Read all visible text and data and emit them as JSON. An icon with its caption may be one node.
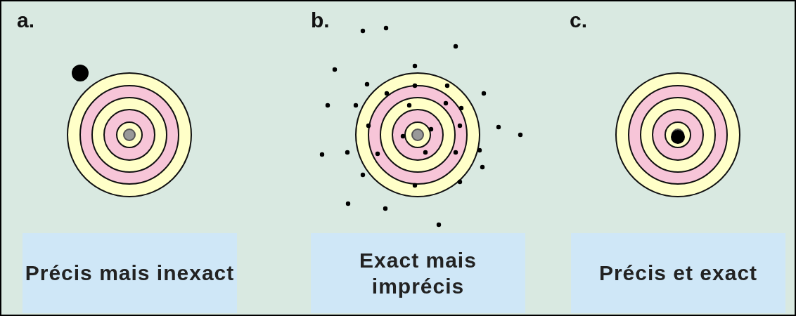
{
  "diagram": {
    "nodes": [
      {
        "text": [
          "Précis mais inexact"
        ]
      },
      {
        "text": [
          "Exact mais imprécis"
        ]
      },
      {
        "text": [
          "Précis et exact"
        ]
      }
    ],
    "labels": [
      "a.",
      "b.",
      "c."
    ]
  }
}
